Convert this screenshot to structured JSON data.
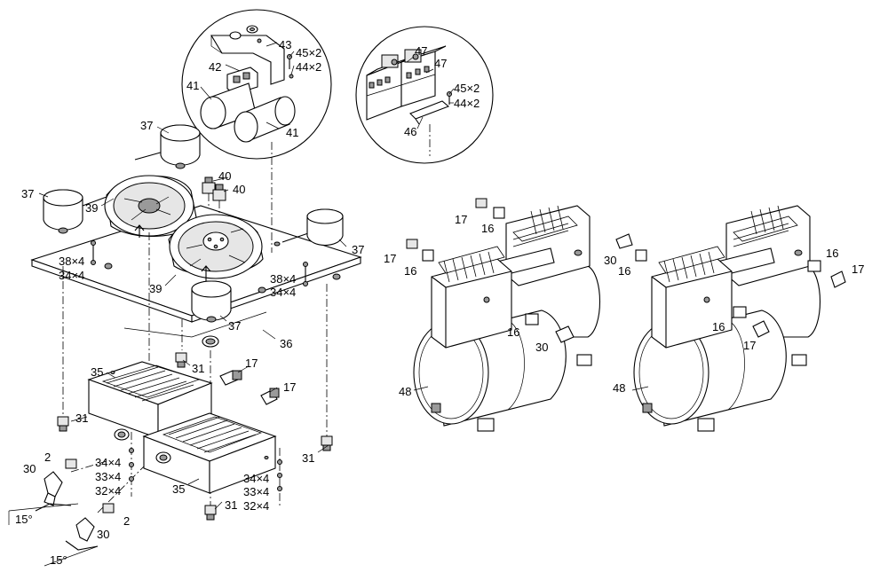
{
  "labels": {
    "l37a": "37",
    "l37b": "37",
    "l37c": "37",
    "l37d": "37",
    "l39a": "39",
    "l39b": "39",
    "l40a": "40",
    "l40b": "40",
    "l41a": "41",
    "l41b": "41",
    "l42": "42",
    "l43": "43",
    "l45a": "45×2",
    "l44a": "44×2",
    "l47a": "47",
    "l47b": "47",
    "l45b": "45×2",
    "l44b": "44×2",
    "l46": "46",
    "l38a": "38×4",
    "l34a": "34×4",
    "l38b": "38×4",
    "l34b": "34×4",
    "l36": "36",
    "l31a": "31",
    "l31b": "31",
    "l31c": "31",
    "l31d": "31",
    "l35a": "35",
    "l35b": "35",
    "l17a": "17",
    "l17b": "17",
    "l30a": "30",
    "l30b": "30",
    "l2a": "2",
    "l2b": "2",
    "l15a": "15°",
    "l15b": "15°",
    "l34c": "34×4",
    "l33c": "33×4",
    "l32c": "32×4",
    "l34d": "34×4",
    "l33d": "33×4",
    "l32d": "32×4",
    "l17c": "17",
    "l16a": "16",
    "l17d": "17",
    "l16b": "16",
    "l16c": "16",
    "l30c": "30",
    "l48a": "48",
    "l30d": "30",
    "l16d": "16",
    "l16e": "16",
    "l17e": "17",
    "l16f": "16",
    "l17f": "17",
    "l48b": "48"
  }
}
